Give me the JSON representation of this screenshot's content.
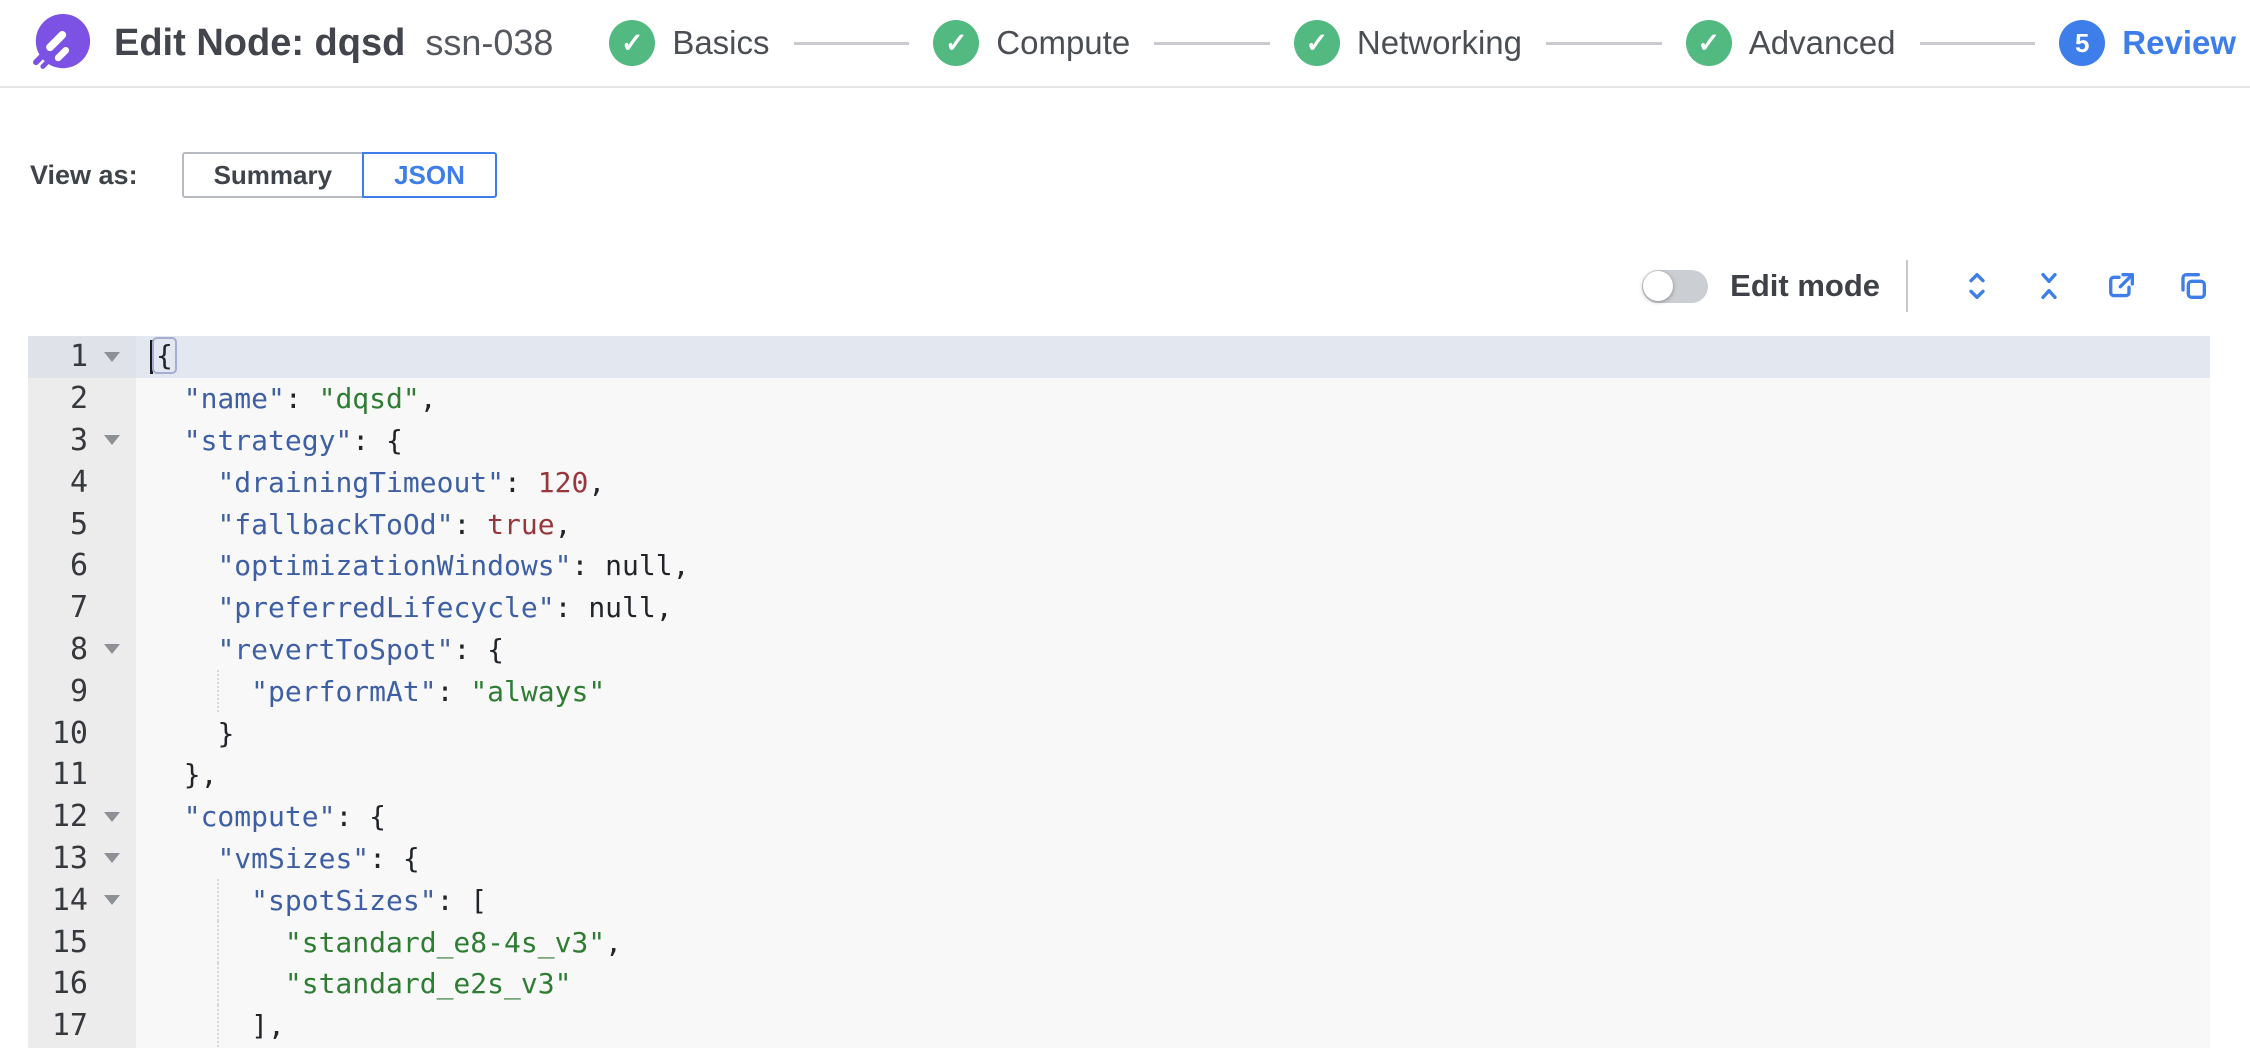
{
  "header": {
    "title": "Edit Node: dqsd",
    "node_id": "ssn-038",
    "steps": [
      {
        "label": "Basics",
        "state": "done"
      },
      {
        "label": "Compute",
        "state": "done"
      },
      {
        "label": "Networking",
        "state": "done"
      },
      {
        "label": "Advanced",
        "state": "done"
      },
      {
        "label": "Review",
        "state": "current",
        "number": "5"
      }
    ]
  },
  "view_as": {
    "label": "View as:",
    "options": [
      {
        "label": "Summary",
        "selected": false
      },
      {
        "label": "JSON",
        "selected": true
      }
    ]
  },
  "toolbar": {
    "edit_mode_label": "Edit mode",
    "edit_mode_on": false,
    "icons": [
      "expand-icon",
      "collapse-icon",
      "export-icon",
      "copy-icon"
    ]
  },
  "colors": {
    "accent_blue": "#3d7eea",
    "success_green": "#52b981",
    "logo_purple": "#7b52e3",
    "key_blue": "#3e5fa3",
    "string_green": "#2e7d33",
    "number_red": "#99353b"
  },
  "editor": {
    "lines": [
      {
        "num": 1,
        "indent": 0,
        "fold": true,
        "active": true,
        "cursor": true,
        "tokens": [
          {
            "t": "pln",
            "v": "{"
          }
        ]
      },
      {
        "num": 2,
        "indent": 2,
        "tokens": [
          {
            "t": "key",
            "v": "\"name\""
          },
          {
            "t": "pln",
            "v": ": "
          },
          {
            "t": "str",
            "v": "\"dqsd\""
          },
          {
            "t": "pln",
            "v": ","
          }
        ]
      },
      {
        "num": 3,
        "indent": 2,
        "fold": true,
        "tokens": [
          {
            "t": "key",
            "v": "\"strategy\""
          },
          {
            "t": "pln",
            "v": ": {"
          }
        ]
      },
      {
        "num": 4,
        "indent": 4,
        "tokens": [
          {
            "t": "key",
            "v": "\"drainingTimeout\""
          },
          {
            "t": "pln",
            "v": ": "
          },
          {
            "t": "num",
            "v": "120"
          },
          {
            "t": "pln",
            "v": ","
          }
        ]
      },
      {
        "num": 5,
        "indent": 4,
        "tokens": [
          {
            "t": "key",
            "v": "\"fallbackToOd\""
          },
          {
            "t": "pln",
            "v": ": "
          },
          {
            "t": "num",
            "v": "true"
          },
          {
            "t": "pln",
            "v": ","
          }
        ]
      },
      {
        "num": 6,
        "indent": 4,
        "tokens": [
          {
            "t": "key",
            "v": "\"optimizationWindows\""
          },
          {
            "t": "pln",
            "v": ": "
          },
          {
            "t": "pln",
            "v": "null,"
          }
        ]
      },
      {
        "num": 7,
        "indent": 4,
        "tokens": [
          {
            "t": "key",
            "v": "\"preferredLifecycle\""
          },
          {
            "t": "pln",
            "v": ": "
          },
          {
            "t": "pln",
            "v": "null,"
          }
        ]
      },
      {
        "num": 8,
        "indent": 4,
        "fold": true,
        "tokens": [
          {
            "t": "key",
            "v": "\"revertToSpot\""
          },
          {
            "t": "pln",
            "v": ": {"
          }
        ]
      },
      {
        "num": 9,
        "indent": 6,
        "tokens": [
          {
            "t": "key",
            "v": "\"performAt\""
          },
          {
            "t": "pln",
            "v": ": "
          },
          {
            "t": "str",
            "v": "\"always\""
          }
        ]
      },
      {
        "num": 10,
        "indent": 4,
        "tokens": [
          {
            "t": "pln",
            "v": "}"
          }
        ]
      },
      {
        "num": 11,
        "indent": 2,
        "tokens": [
          {
            "t": "pln",
            "v": "},"
          }
        ]
      },
      {
        "num": 12,
        "indent": 2,
        "fold": true,
        "tokens": [
          {
            "t": "key",
            "v": "\"compute\""
          },
          {
            "t": "pln",
            "v": ": {"
          }
        ]
      },
      {
        "num": 13,
        "indent": 4,
        "fold": true,
        "tokens": [
          {
            "t": "key",
            "v": "\"vmSizes\""
          },
          {
            "t": "pln",
            "v": ": {"
          }
        ]
      },
      {
        "num": 14,
        "indent": 6,
        "fold": true,
        "tokens": [
          {
            "t": "key",
            "v": "\"spotSizes\""
          },
          {
            "t": "pln",
            "v": ": ["
          }
        ]
      },
      {
        "num": 15,
        "indent": 8,
        "tokens": [
          {
            "t": "str",
            "v": "\"standard_e8-4s_v3\""
          },
          {
            "t": "pln",
            "v": ","
          }
        ]
      },
      {
        "num": 16,
        "indent": 8,
        "tokens": [
          {
            "t": "str",
            "v": "\"standard_e2s_v3\""
          }
        ]
      },
      {
        "num": 17,
        "indent": 6,
        "tokens": [
          {
            "t": "pln",
            "v": "],"
          }
        ]
      }
    ]
  }
}
